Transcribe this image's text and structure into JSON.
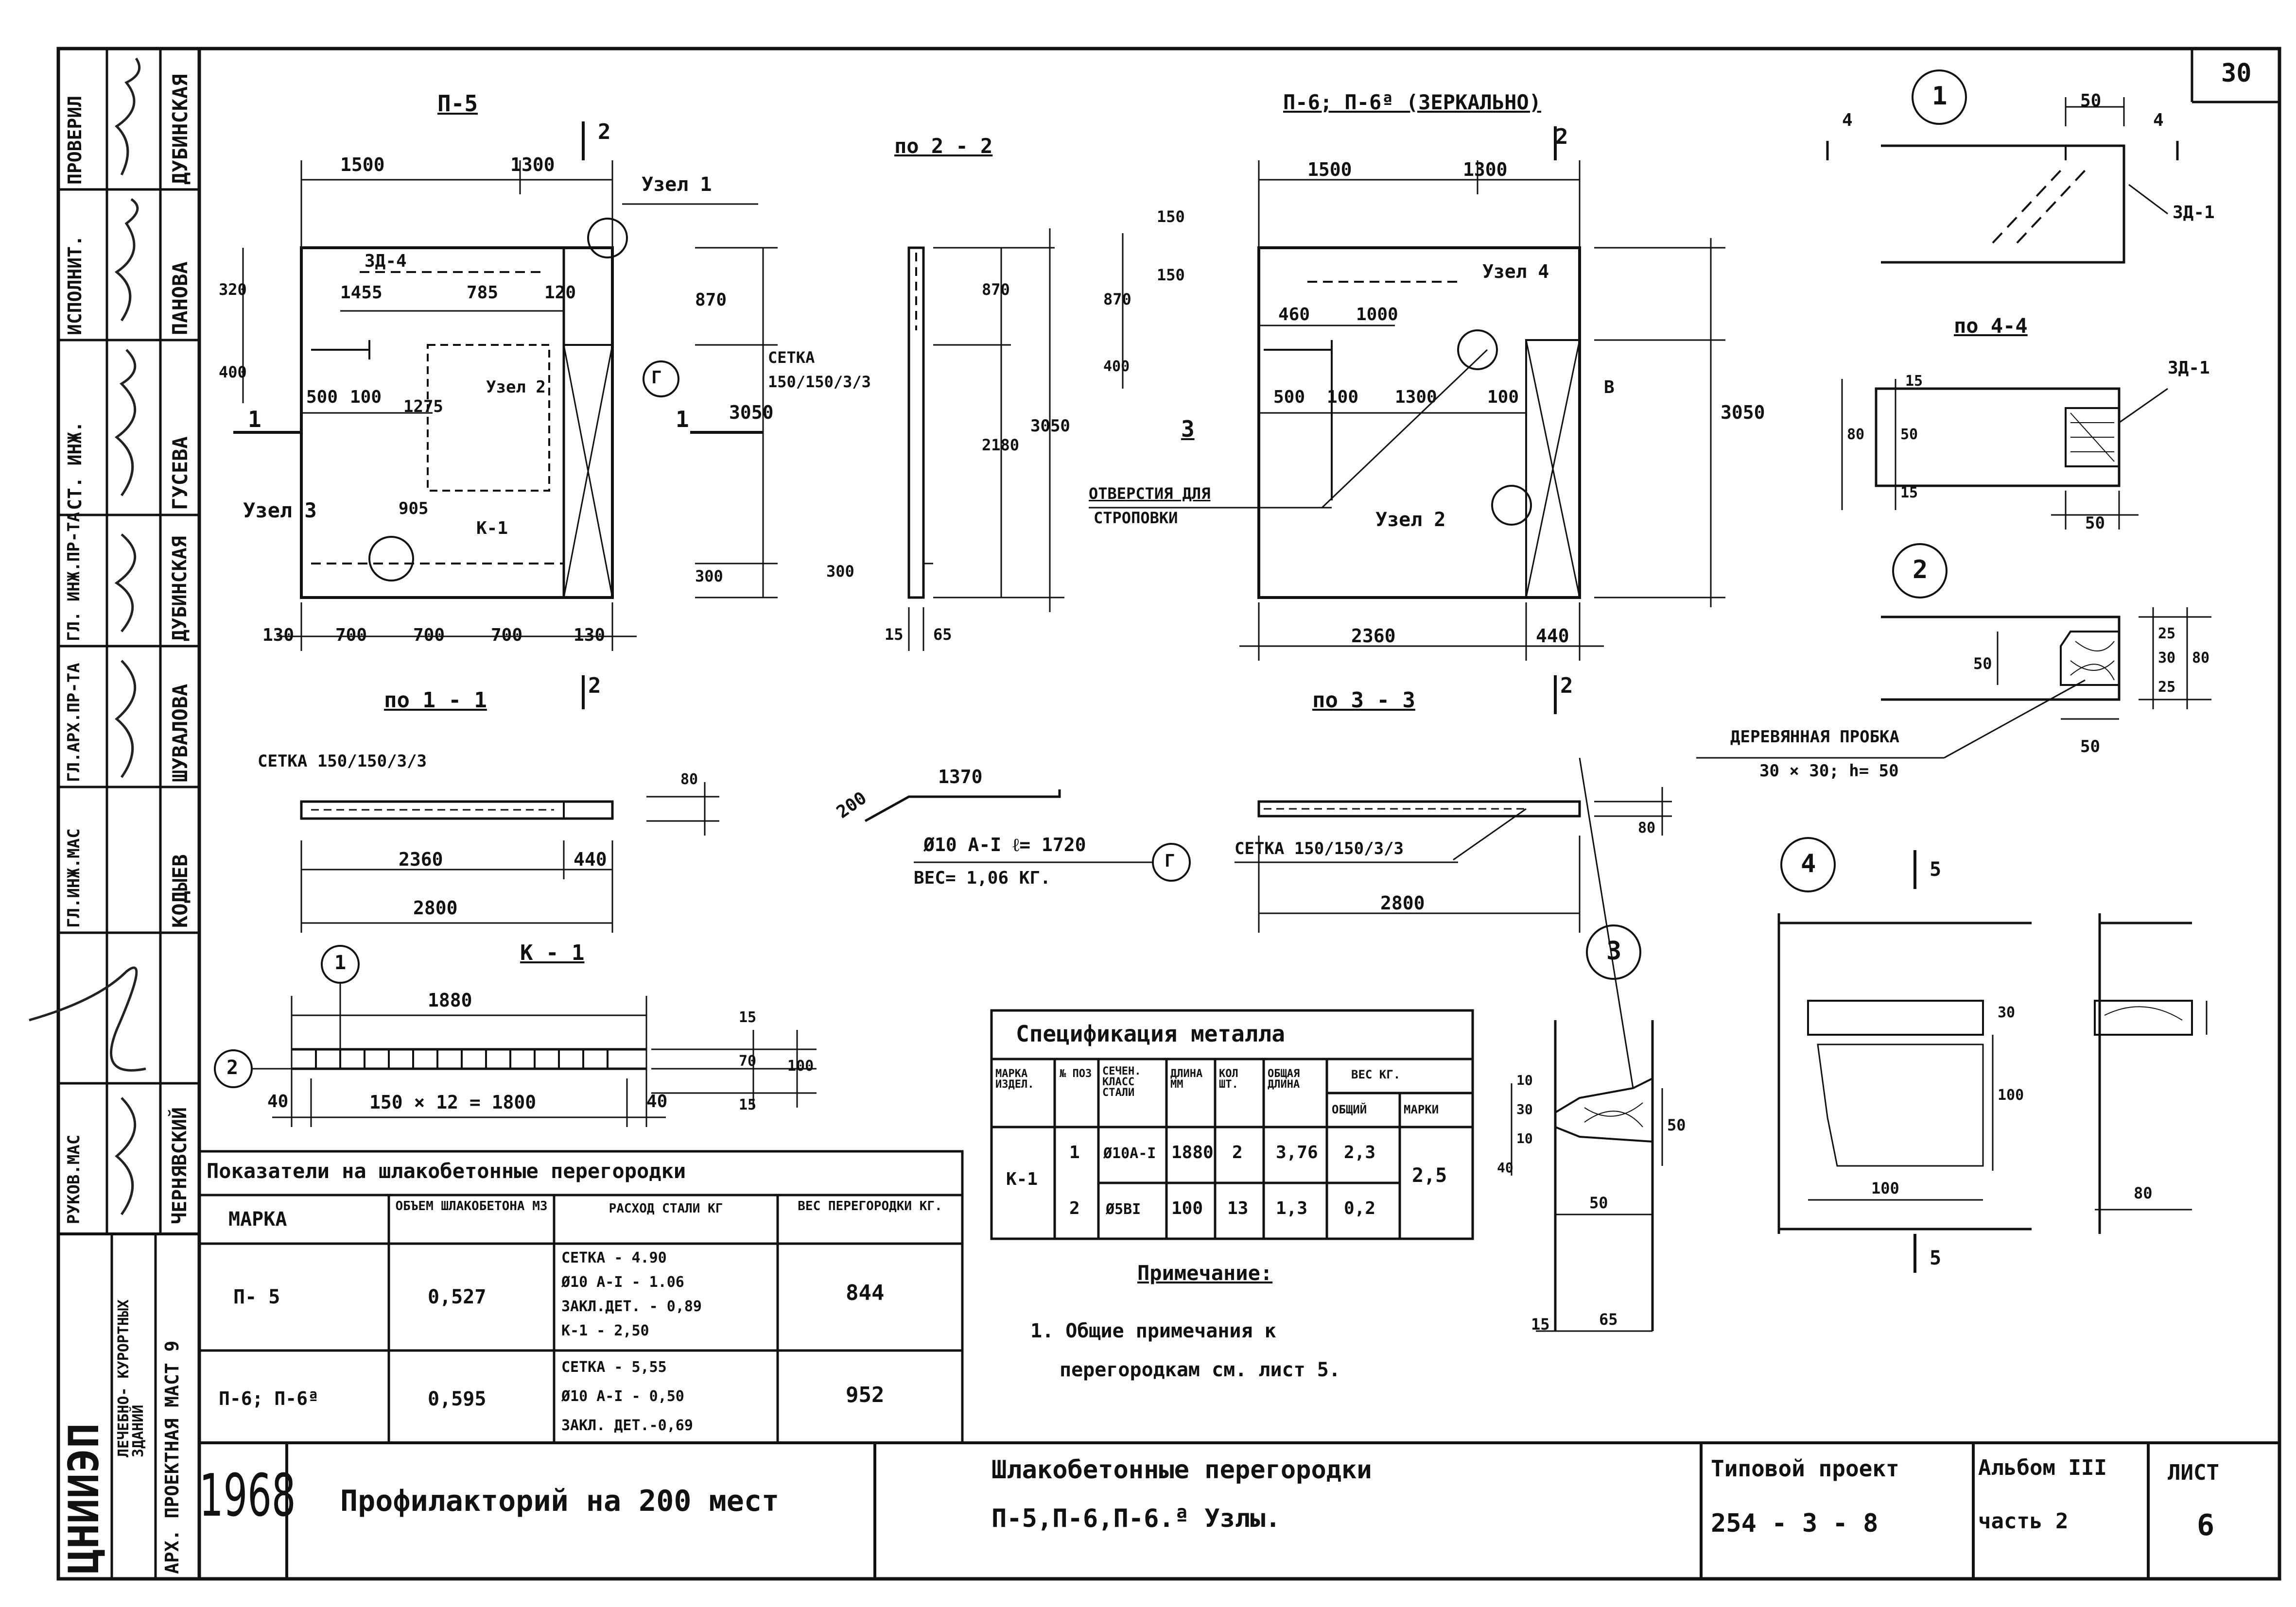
{
  "sheet": {
    "number": "30",
    "list": "ЛИСТ",
    "list_number": "6"
  },
  "views": {
    "p5": {
      "title": "П-5",
      "d1500": "1500",
      "d1300": "1300",
      "uzel1": "Узел 1",
      "zd4": "3Д-4",
      "d1455": "1455",
      "d785": "785",
      "d120": "120",
      "d870": "870",
      "d320": "320",
      "d400": "400",
      "d500": "500",
      "d100": "100",
      "d1275": "1275",
      "uzel2": "Узел 2",
      "uzel3": "Узел 3",
      "d905": "905",
      "k1": "К-1",
      "d3050": "3050",
      "d300": "300",
      "bot": [
        "130",
        "700",
        "700",
        "700",
        "130"
      ],
      "mark1": "1",
      "mark2": "2",
      "g": "Г"
    },
    "s22": {
      "title": "по 2 - 2",
      "setka": "СЕТКА",
      "setka2": "150/150/3/3",
      "d870": "870",
      "d3050": "3050",
      "d2180": "2180",
      "d300": "300",
      "d15": "15",
      "d65": "65"
    },
    "p6": {
      "title": "П-6; П-6ª (ЗЕРКАЛЬНО)",
      "d1500": "1500",
      "d1300": "1300",
      "d150a": "150",
      "d150b": "150",
      "d870": "870",
      "d400": "400",
      "d460": "460",
      "d1000": "1000",
      "uzel4": "Узел 4",
      "v": "В",
      "d500": "500",
      "d100": "100",
      "d1300b": "1300",
      "d100b": "100",
      "mark3": "3",
      "otv1": "ОТВЕРСТИЯ ДЛЯ",
      "otv2": "СТРОПОВКИ",
      "uzel2": "Узел 2",
      "d3050": "3050",
      "d2360": "2360",
      "d440": "440",
      "mark2": "2"
    },
    "s11": {
      "title": "по 1 - 1",
      "setka": "СЕТКА   150/150/3/3",
      "d80": "80",
      "d2360": "2360",
      "d440": "440",
      "d2800": "2800"
    },
    "rebar": {
      "d200": "200",
      "d1370": "1370",
      "label": "Ø10 А-I   ℓ= 1720",
      "ves": "ВЕС= 1,06 КГ.",
      "g": "Г"
    },
    "s33": {
      "title": "по 3 - 3",
      "setka": "СЕТКА  150/150/3/3",
      "d80": "80",
      "d2800": "2800"
    },
    "k1": {
      "title": "К - 1",
      "mark1": "1",
      "mark2": "2",
      "d1880": "1880",
      "d40a": "40",
      "d40b": "40",
      "span": "150 × 12 = 1800",
      "d15a": "15",
      "d70": "70",
      "d15b": "15",
      "d100": "100"
    },
    "n1": {
      "mark": "1",
      "d4a": "4",
      "d4b": "4",
      "d50": "50",
      "zd": "3Д-1",
      "title": "по 4-4",
      "zd2": "3Д-1",
      "d15": "15",
      "d80": "80",
      "d50b": "50",
      "d15b": "15",
      "d50c": "50"
    },
    "n2": {
      "mark": "2",
      "d50": "50",
      "d25a": "25",
      "d30": "30",
      "d25b": "25",
      "d80": "80",
      "d50b": "50",
      "cork": "ДЕРЕВЯННАЯ ПРОБКА",
      "cork2": "30 × 30;  h= 50"
    },
    "n3": {
      "mark": "3",
      "d10a": "10",
      "d30": "30",
      "d10b": "10",
      "d40": "40",
      "d50": "50",
      "d50b": "50",
      "d15": "15",
      "d65": "65"
    },
    "n4": {
      "mark": "4",
      "cut5": "5",
      "cut5b": "5",
      "d30": "30",
      "d100": "100",
      "d100b": "100",
      "d80": "80"
    }
  },
  "spec": {
    "title": "Спецификация   металла",
    "headers": [
      "МАРКА ИЗДЕЛ.",
      "№ ПОЗ",
      "СЕЧЕН. КЛАСС СТАЛИ",
      "ДЛИНА ММ",
      "КОЛ ШТ.",
      "ОБЩАЯ ДЛИНА",
      "ВЕС КГ."
    ],
    "subheaders": [
      "ОБЩИЙ",
      "МАРКИ"
    ],
    "mark": "К-1",
    "rows": [
      {
        "poz": "1",
        "sech": "Ø10А-I",
        "len": "1880",
        "kol": "2",
        "total": "3,76",
        "ves": "2,3"
      },
      {
        "poz": "2",
        "sech": "Ø5ВI",
        "len": "100",
        "kol": "13",
        "total": "1,3",
        "ves": "0,2"
      }
    ],
    "ves_marki": "2,5"
  },
  "note": {
    "title": "Примечание:",
    "line1": "1. Общие примечания к",
    "line2": "перегородкам см. лист 5."
  },
  "indicators": {
    "title": "Показатели на   шлакобетонные   перегородки",
    "headers": [
      "МАРКА",
      "ОБЪЕМ ШЛАКОБЕТОНА М3",
      "РАСХОД СТАЛИ КГ",
      "ВЕС ПЕРЕГОРОДКИ КГ."
    ],
    "rows": [
      {
        "marka": "П- 5",
        "obem": "0,527",
        "rashod": [
          "СЕТКА  -  4.90",
          "Ø10 А-I -  1.06",
          "ЗАКЛ.ДЕТ. -  0,89",
          "К-1   -  2,50"
        ],
        "ves": "844"
      },
      {
        "marka": "П-6; П-6ª",
        "obem": "0,595",
        "rashod": [
          "СЕТКА   -  5,55",
          "Ø10 А-I - 0,50",
          "ЗАКЛ. ДЕТ.-0,69"
        ],
        "ves": "952"
      }
    ]
  },
  "stamp": {
    "year": "1968",
    "object": "Профилакторий на 200 мест",
    "desc1": "Шлакобетонные   перегородки",
    "desc2": "П-5,П-6,П-6.ª   Узлы.",
    "proekt1": "Типовой  проект",
    "proekt2": "254 - 3 - 8",
    "album1": "Альбом III",
    "album2": "часть 2",
    "org": "ЦНИИЭП",
    "org2": "ЛЕЧЕБНО- КУРОРТНЫХ ЗДАНИЙ",
    "org3": "АРХ. ПРОЕКТНАЯ МАСТ 9",
    "side": [
      {
        "role": "ПРОВЕРИЛ",
        "name": "ДУБИНСКАЯ"
      },
      {
        "role": "ИСПОЛНИТ.",
        "name": "ПАНОВА"
      },
      {
        "role": "СТ. ИНЖ.",
        "name": "ГУСЕВА"
      },
      {
        "role": "ГЛ. ИНЖ.ПР-ТА",
        "name": "ДУБИНСКАЯ"
      },
      {
        "role": "ГЛ.АРХ.ПР-ТА",
        "name": "ШУВАЛОВА"
      },
      {
        "role": "ГЛ.ИНЖ.МАС",
        "name": "КОДЫЕВ"
      },
      {
        "role": "РУКОВ.МАС",
        "name": "ЧЕРНЯВСКИЙ"
      }
    ]
  }
}
